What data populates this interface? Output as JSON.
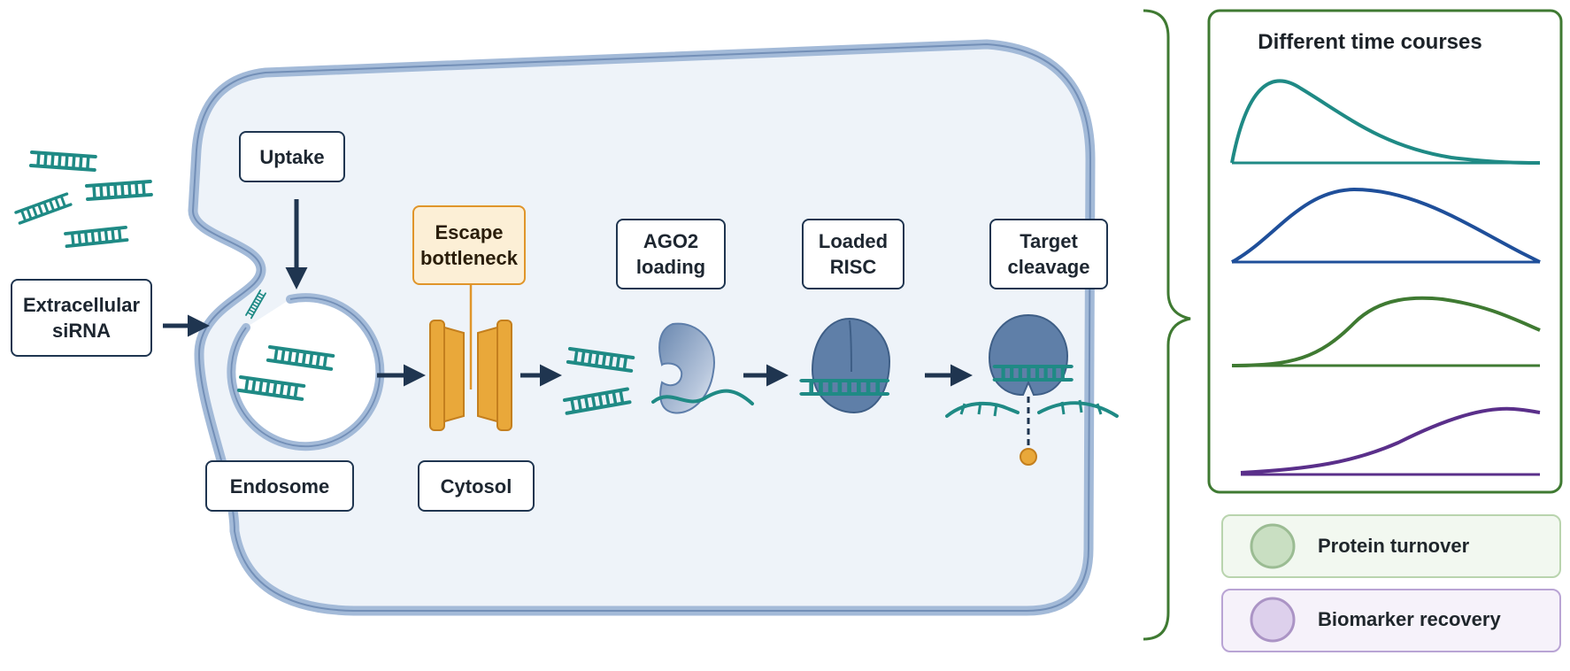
{
  "labels": {
    "extracellular": "Extracellular\nsiRNA",
    "uptake": "Uptake",
    "endosome": "Endosome",
    "escape": "Escape\nbottleneck",
    "cytosol": "Cytosol",
    "ago2": "AGO2\nloading",
    "risc": "Loaded\nRISC",
    "cleavage": "Target\ncleavage"
  },
  "panel": {
    "title": "Different time courses",
    "curves": [
      {
        "color": "#1f8a85"
      },
      {
        "color": "#1f4f9a"
      },
      {
        "color": "#3f7a32"
      },
      {
        "color": "#5a2f8a"
      }
    ]
  },
  "legend": [
    {
      "label": "Protein turnover",
      "color": "#3f7a32"
    },
    {
      "label": "Biomarker recovery",
      "color": "#5a2f8a"
    }
  ],
  "colors": {
    "cell_fill": "#eef3f9",
    "membrane": "#a3bad8",
    "membrane_dark": "#5e7eaa",
    "sirna": "#1f8a85",
    "arrow": "#1f3550",
    "channel": "#e9a83a",
    "risc_body": "#5f7fa8",
    "bracket": "#3f7a32",
    "cleavage_dot": "#e9a83a"
  }
}
